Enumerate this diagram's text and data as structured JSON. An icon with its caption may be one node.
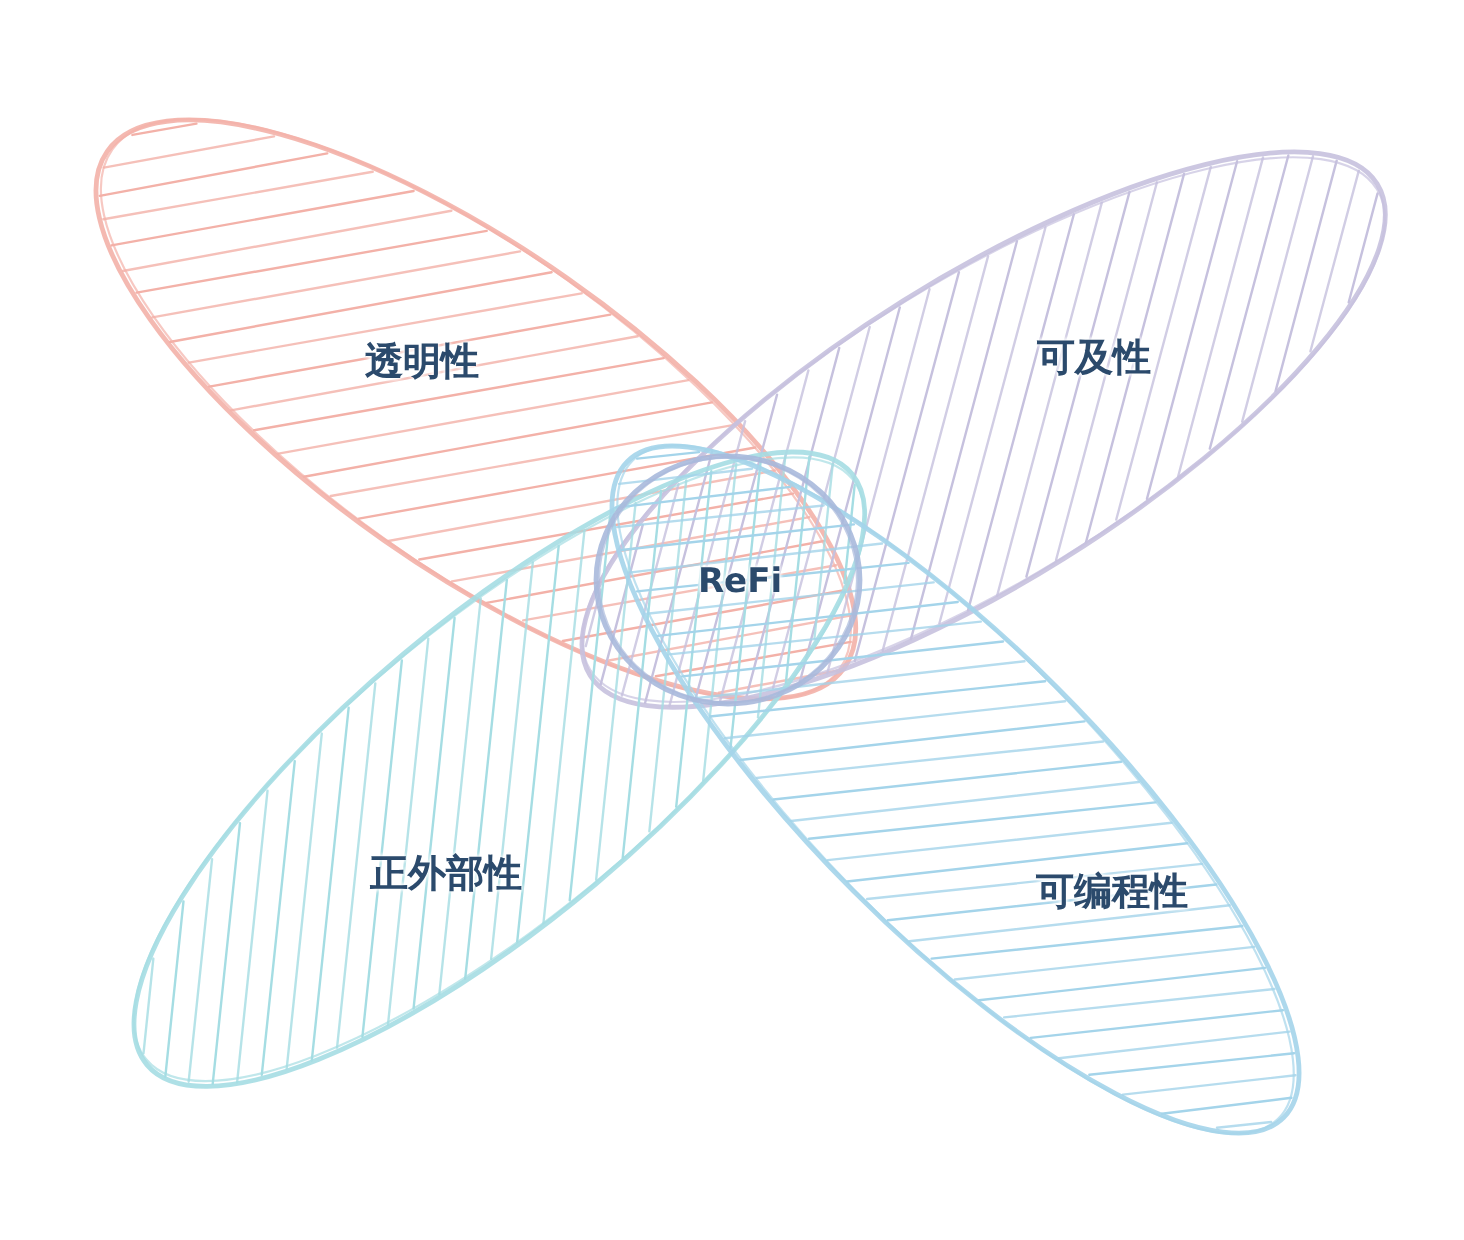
{
  "diagram": {
    "nodes": [
      {
        "text": [
          "透明性"
        ]
      },
      {
        "text": [
          "可及性"
        ]
      },
      {
        "text": [
          "正外部性"
        ]
      },
      {
        "text": [
          "可编程性"
        ]
      },
      {
        "text": [
          "ReFi"
        ]
      }
    ]
  }
}
